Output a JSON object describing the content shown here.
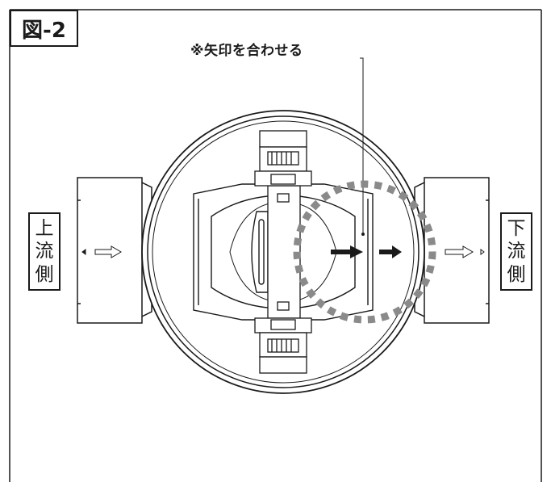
{
  "figure_label": "図-2",
  "note": "※矢印を合わせる",
  "upstream_label": [
    "上",
    "流",
    "側"
  ],
  "downstream_label": [
    "下",
    "流",
    "側"
  ],
  "colors": {
    "line": "#1a1a1a",
    "highlight_ring": "#8a8a8a",
    "background": "#ffffff"
  }
}
